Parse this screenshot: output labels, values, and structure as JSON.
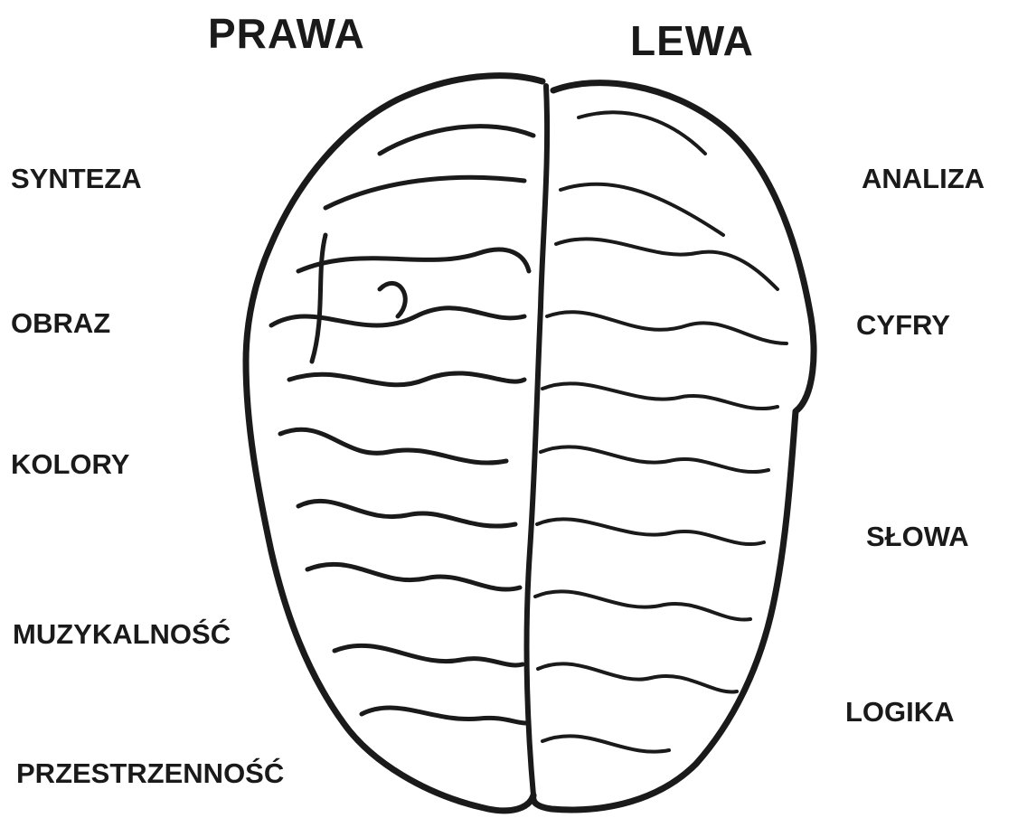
{
  "headings": {
    "right": "PRAWA",
    "left": "LEWA"
  },
  "right_hemisphere_labels": [
    "SYNTEZA",
    "OBRAZ",
    "KOLORY",
    "MUZYKALNOŚĆ",
    "PRZESTRZENNOŚĆ"
  ],
  "left_hemisphere_labels": [
    "ANALIZA",
    "CYFRY",
    "SŁOWA",
    "LOGIKA"
  ],
  "colors": {
    "ink": "#1a1a1a",
    "background": "#ffffff"
  }
}
